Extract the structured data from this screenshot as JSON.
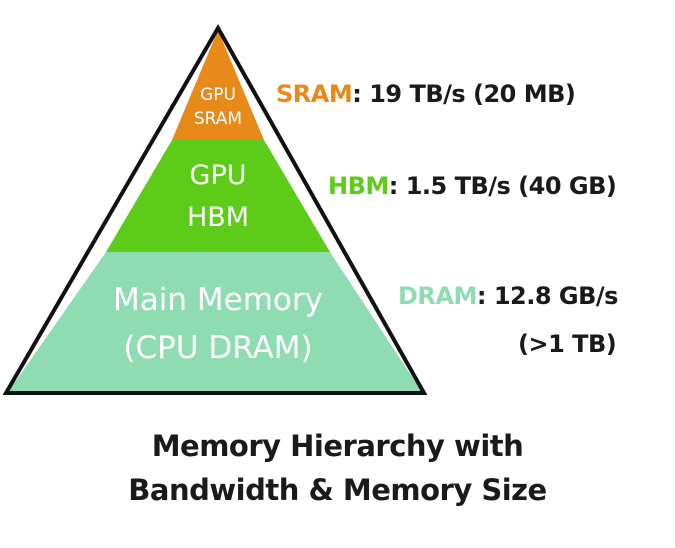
{
  "pyramid": {
    "tiers": [
      {
        "id": "sram",
        "lines": [
          "GPU",
          "SRAM"
        ],
        "color": "#e88a1a"
      },
      {
        "id": "hbm",
        "lines": [
          "GPU",
          "HBM"
        ],
        "color": "#5ccc19"
      },
      {
        "id": "dram",
        "lines": [
          "Main Memory",
          "(CPU DRAM)"
        ],
        "color": "#8fdcb3"
      }
    ]
  },
  "labels": {
    "sram": {
      "name": "SRAM",
      "detail": ": 19 TB/s (20 MB)",
      "color": "#e88a1a"
    },
    "hbm": {
      "name": "HBM",
      "detail": ": 1.5 TB/s (40 GB)",
      "color": "#5ccc19"
    },
    "dram": {
      "name": "DRAM",
      "detail": ": 12.8 GB/s",
      "size": "(>1 TB)",
      "color": "#8fdcb3"
    }
  },
  "caption": {
    "line1": "Memory Hierarchy with",
    "line2": "Bandwidth & Memory Size"
  }
}
